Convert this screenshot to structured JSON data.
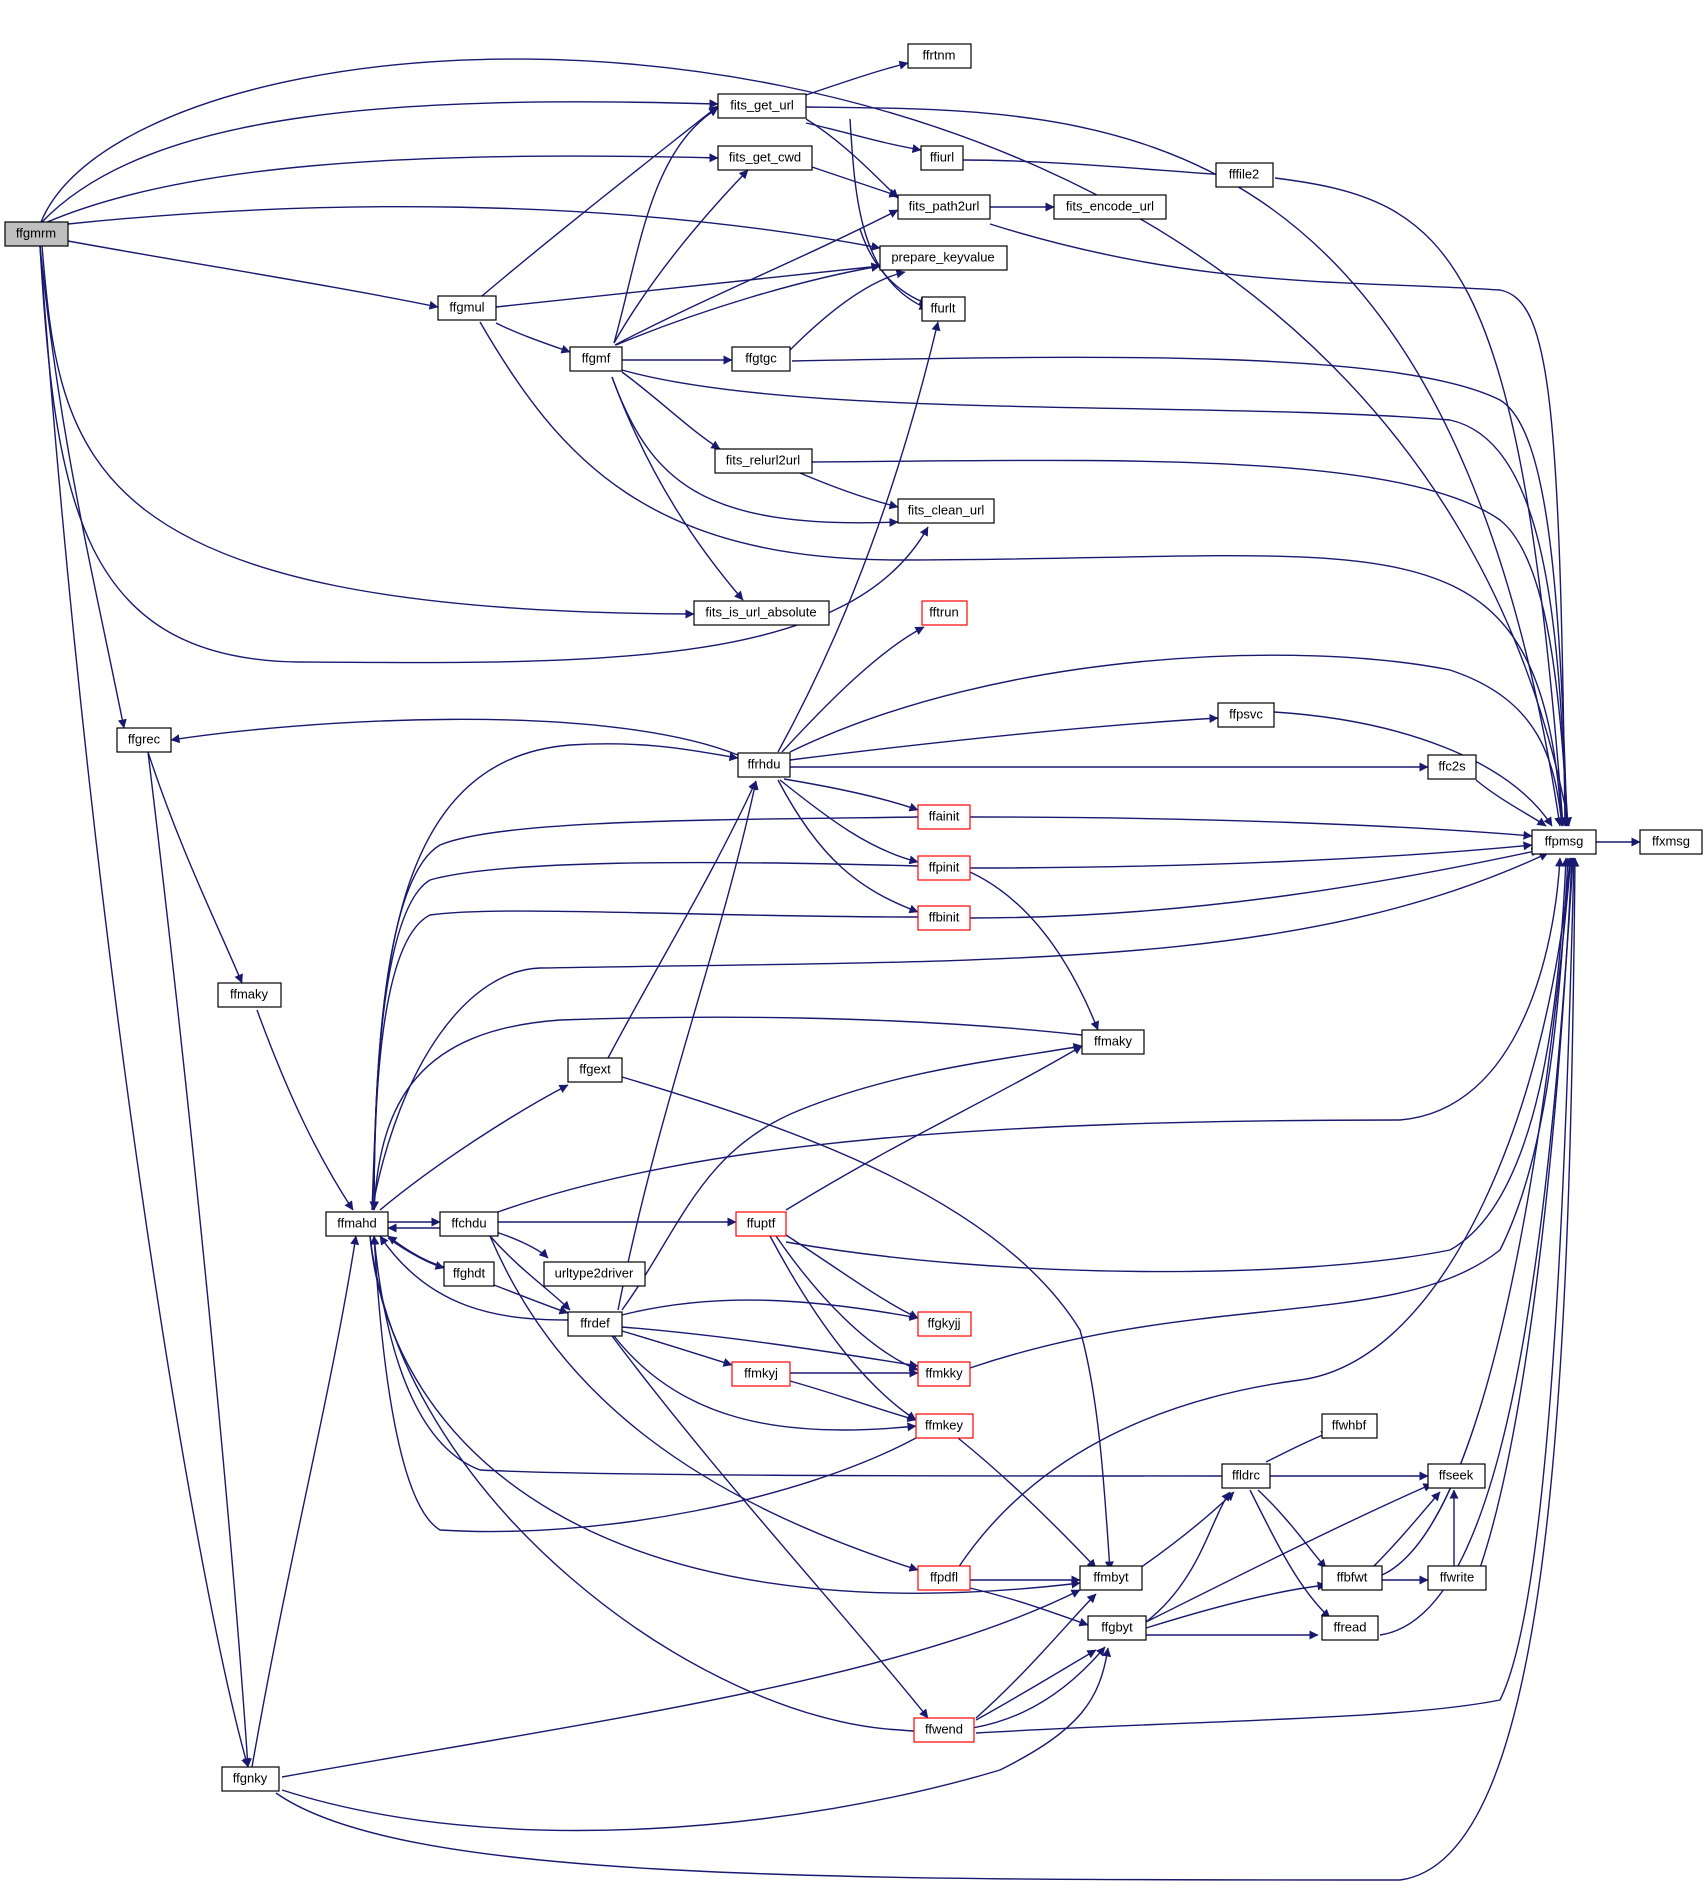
{
  "colors": {
    "edge": "#191970",
    "node_border": "#000000",
    "node_border_incomplete": "#ff0000",
    "root_fill": "#bfbfbf"
  },
  "nodes": [
    {
      "id": "ffgmrm",
      "label": "ffgmrm",
      "root": true
    },
    {
      "id": "ffrtnm",
      "label": "ffrtnm"
    },
    {
      "id": "fits_get_url",
      "label": "fits_get_url"
    },
    {
      "id": "ffiurl",
      "label": "ffiurl"
    },
    {
      "id": "fits_get_cwd",
      "label": "fits_get_cwd"
    },
    {
      "id": "fffile2",
      "label": "fffile2"
    },
    {
      "id": "fits_path2url",
      "label": "fits_path2url"
    },
    {
      "id": "fits_encode_url",
      "label": "fits_encode_url"
    },
    {
      "id": "prepare_keyvalue",
      "label": "prepare_keyvalue"
    },
    {
      "id": "ffgmul",
      "label": "ffgmul"
    },
    {
      "id": "ffurlt",
      "label": "ffurlt"
    },
    {
      "id": "ffgmf",
      "label": "ffgmf"
    },
    {
      "id": "ffgtgc",
      "label": "ffgtgc"
    },
    {
      "id": "fits_relurl2url",
      "label": "fits_relurl2url"
    },
    {
      "id": "fits_clean_url",
      "label": "fits_clean_url"
    },
    {
      "id": "fits_is_url_absolute",
      "label": "fits_is_url_absolute"
    },
    {
      "id": "fftrun",
      "label": "fftrun",
      "incomplete": true
    },
    {
      "id": "ffgrec",
      "label": "ffgrec"
    },
    {
      "id": "ffpsvc",
      "label": "ffpsvc"
    },
    {
      "id": "ffrhdu",
      "label": "ffrhdu"
    },
    {
      "id": "ffc2s",
      "label": "ffc2s"
    },
    {
      "id": "ffainit",
      "label": "ffainit",
      "incomplete": true
    },
    {
      "id": "ffpmsg",
      "label": "ffpmsg"
    },
    {
      "id": "ffxmsg",
      "label": "ffxmsg"
    },
    {
      "id": "ffpinit",
      "label": "ffpinit",
      "incomplete": true
    },
    {
      "id": "ffbinit",
      "label": "ffbinit",
      "incomplete": true
    },
    {
      "id": "ffmaky_left",
      "label": "ffmaky"
    },
    {
      "id": "ffmaky_right",
      "label": "ffmaky"
    },
    {
      "id": "ffgext",
      "label": "ffgext"
    },
    {
      "id": "ffmahd",
      "label": "ffmahd"
    },
    {
      "id": "ffchdu",
      "label": "ffchdu"
    },
    {
      "id": "ffuptf",
      "label": "ffuptf",
      "incomplete": true
    },
    {
      "id": "ffghdt",
      "label": "ffghdt"
    },
    {
      "id": "urltype2driver",
      "label": "urltype2driver"
    },
    {
      "id": "ffrdef",
      "label": "ffrdef"
    },
    {
      "id": "ffgkyjj",
      "label": "ffgkyjj",
      "incomplete": true
    },
    {
      "id": "ffmkyj",
      "label": "ffmkyj",
      "incomplete": true
    },
    {
      "id": "ffmkky",
      "label": "ffmkky",
      "incomplete": true
    },
    {
      "id": "ffmkey",
      "label": "ffmkey",
      "incomplete": true
    },
    {
      "id": "ffwhbf",
      "label": "ffwhbf"
    },
    {
      "id": "ffldrc",
      "label": "ffldrc"
    },
    {
      "id": "ffseek",
      "label": "ffseek"
    },
    {
      "id": "ffpdfl",
      "label": "ffpdfl",
      "incomplete": true
    },
    {
      "id": "ffmbyt",
      "label": "ffmbyt"
    },
    {
      "id": "ffbfwt",
      "label": "ffbfwt"
    },
    {
      "id": "ffwrite",
      "label": "ffwrite"
    },
    {
      "id": "ffgbyt",
      "label": "ffgbyt"
    },
    {
      "id": "ffread",
      "label": "ffread"
    },
    {
      "id": "ffwend",
      "label": "ffwend",
      "incomplete": true
    },
    {
      "id": "ffgnky",
      "label": "ffgnky"
    }
  ]
}
